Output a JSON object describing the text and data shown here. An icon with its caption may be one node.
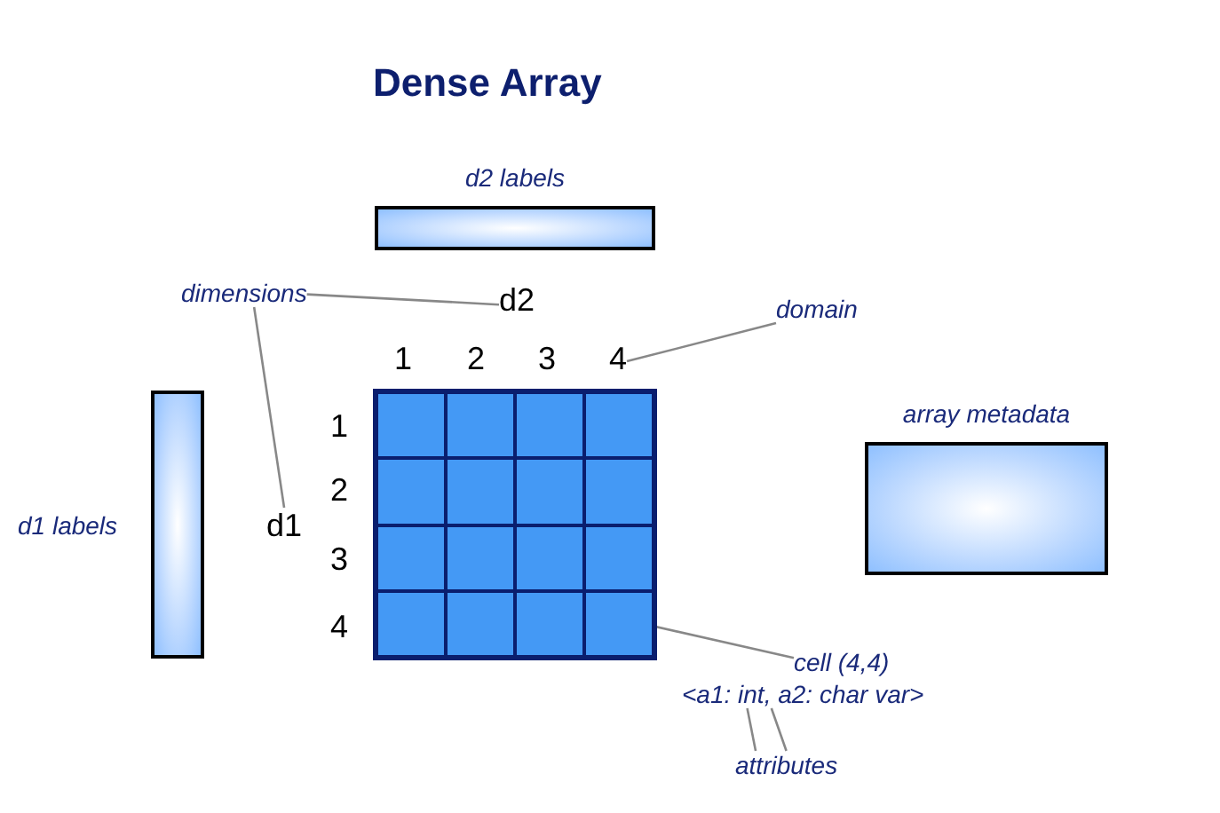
{
  "diagram": {
    "title": "Dense Array",
    "nodes": [
      {
        "text": [
          "d2 labels"
        ]
      },
      {
        "text": [
          "dimensions"
        ]
      },
      {
        "text": [
          "d2"
        ]
      },
      {
        "text": [
          "domain"
        ]
      },
      {
        "text": [
          "4"
        ]
      },
      {
        "text": [
          "array metadata"
        ]
      },
      {
        "text": [
          "d1 labels"
        ]
      },
      {
        "text": [
          "d1"
        ]
      },
      {
        "text": [],
        "shape": "box"
      },
      {
        "text": [],
        "shape": "box",
        "in": 8
      },
      {
        "text": [],
        "shape": "box",
        "in": 8
      },
      {
        "text": [],
        "shape": "box",
        "in": 8
      },
      {
        "text": [],
        "shape": "box",
        "in": 8
      },
      {
        "text": [],
        "shape": "box",
        "in": 8
      },
      {
        "text": [],
        "shape": "box",
        "in": 8
      },
      {
        "text": [],
        "shape": "box",
        "in": 8
      },
      {
        "text": [],
        "shape": "box",
        "in": 8
      },
      {
        "text": [],
        "shape": "box",
        "in": 8
      },
      {
        "text": [],
        "shape": "box",
        "in": 8
      },
      {
        "text": [],
        "shape": "box",
        "in": 8
      },
      {
        "text": [],
        "shape": "box",
        "in": 8
      },
      {
        "text": [],
        "shape": "box",
        "in": 8
      },
      {
        "text": [],
        "shape": "box",
        "in": 8
      },
      {
        "text": [],
        "shape": "box",
        "in": 8
      },
      {
        "text": [],
        "shape": "box",
        "in": 8
      },
      {
        "text": [
          "cell (4,4)"
        ]
      },
      {
        "text": [
          "<a1: int, a2: char var>"
        ]
      },
      {
        "text": [
          "attributes"
        ]
      }
    ],
    "edges": [
      {
        "from": 1,
        "to": 2,
        "arrow": "none"
      },
      {
        "from": 1,
        "to": 7,
        "arrow": "none"
      },
      {
        "from": 3,
        "to": 4,
        "arrow": "none"
      },
      {
        "from": 25,
        "to": 24,
        "arrow": "none"
      },
      {
        "from": 27,
        "to": 26,
        "arrow": "none"
      },
      {
        "from": 27,
        "to": 26,
        "arrow": "none"
      }
    ],
    "labels": [
      "1",
      "2",
      "3",
      "1",
      "2",
      "3",
      "4"
    ]
  }
}
